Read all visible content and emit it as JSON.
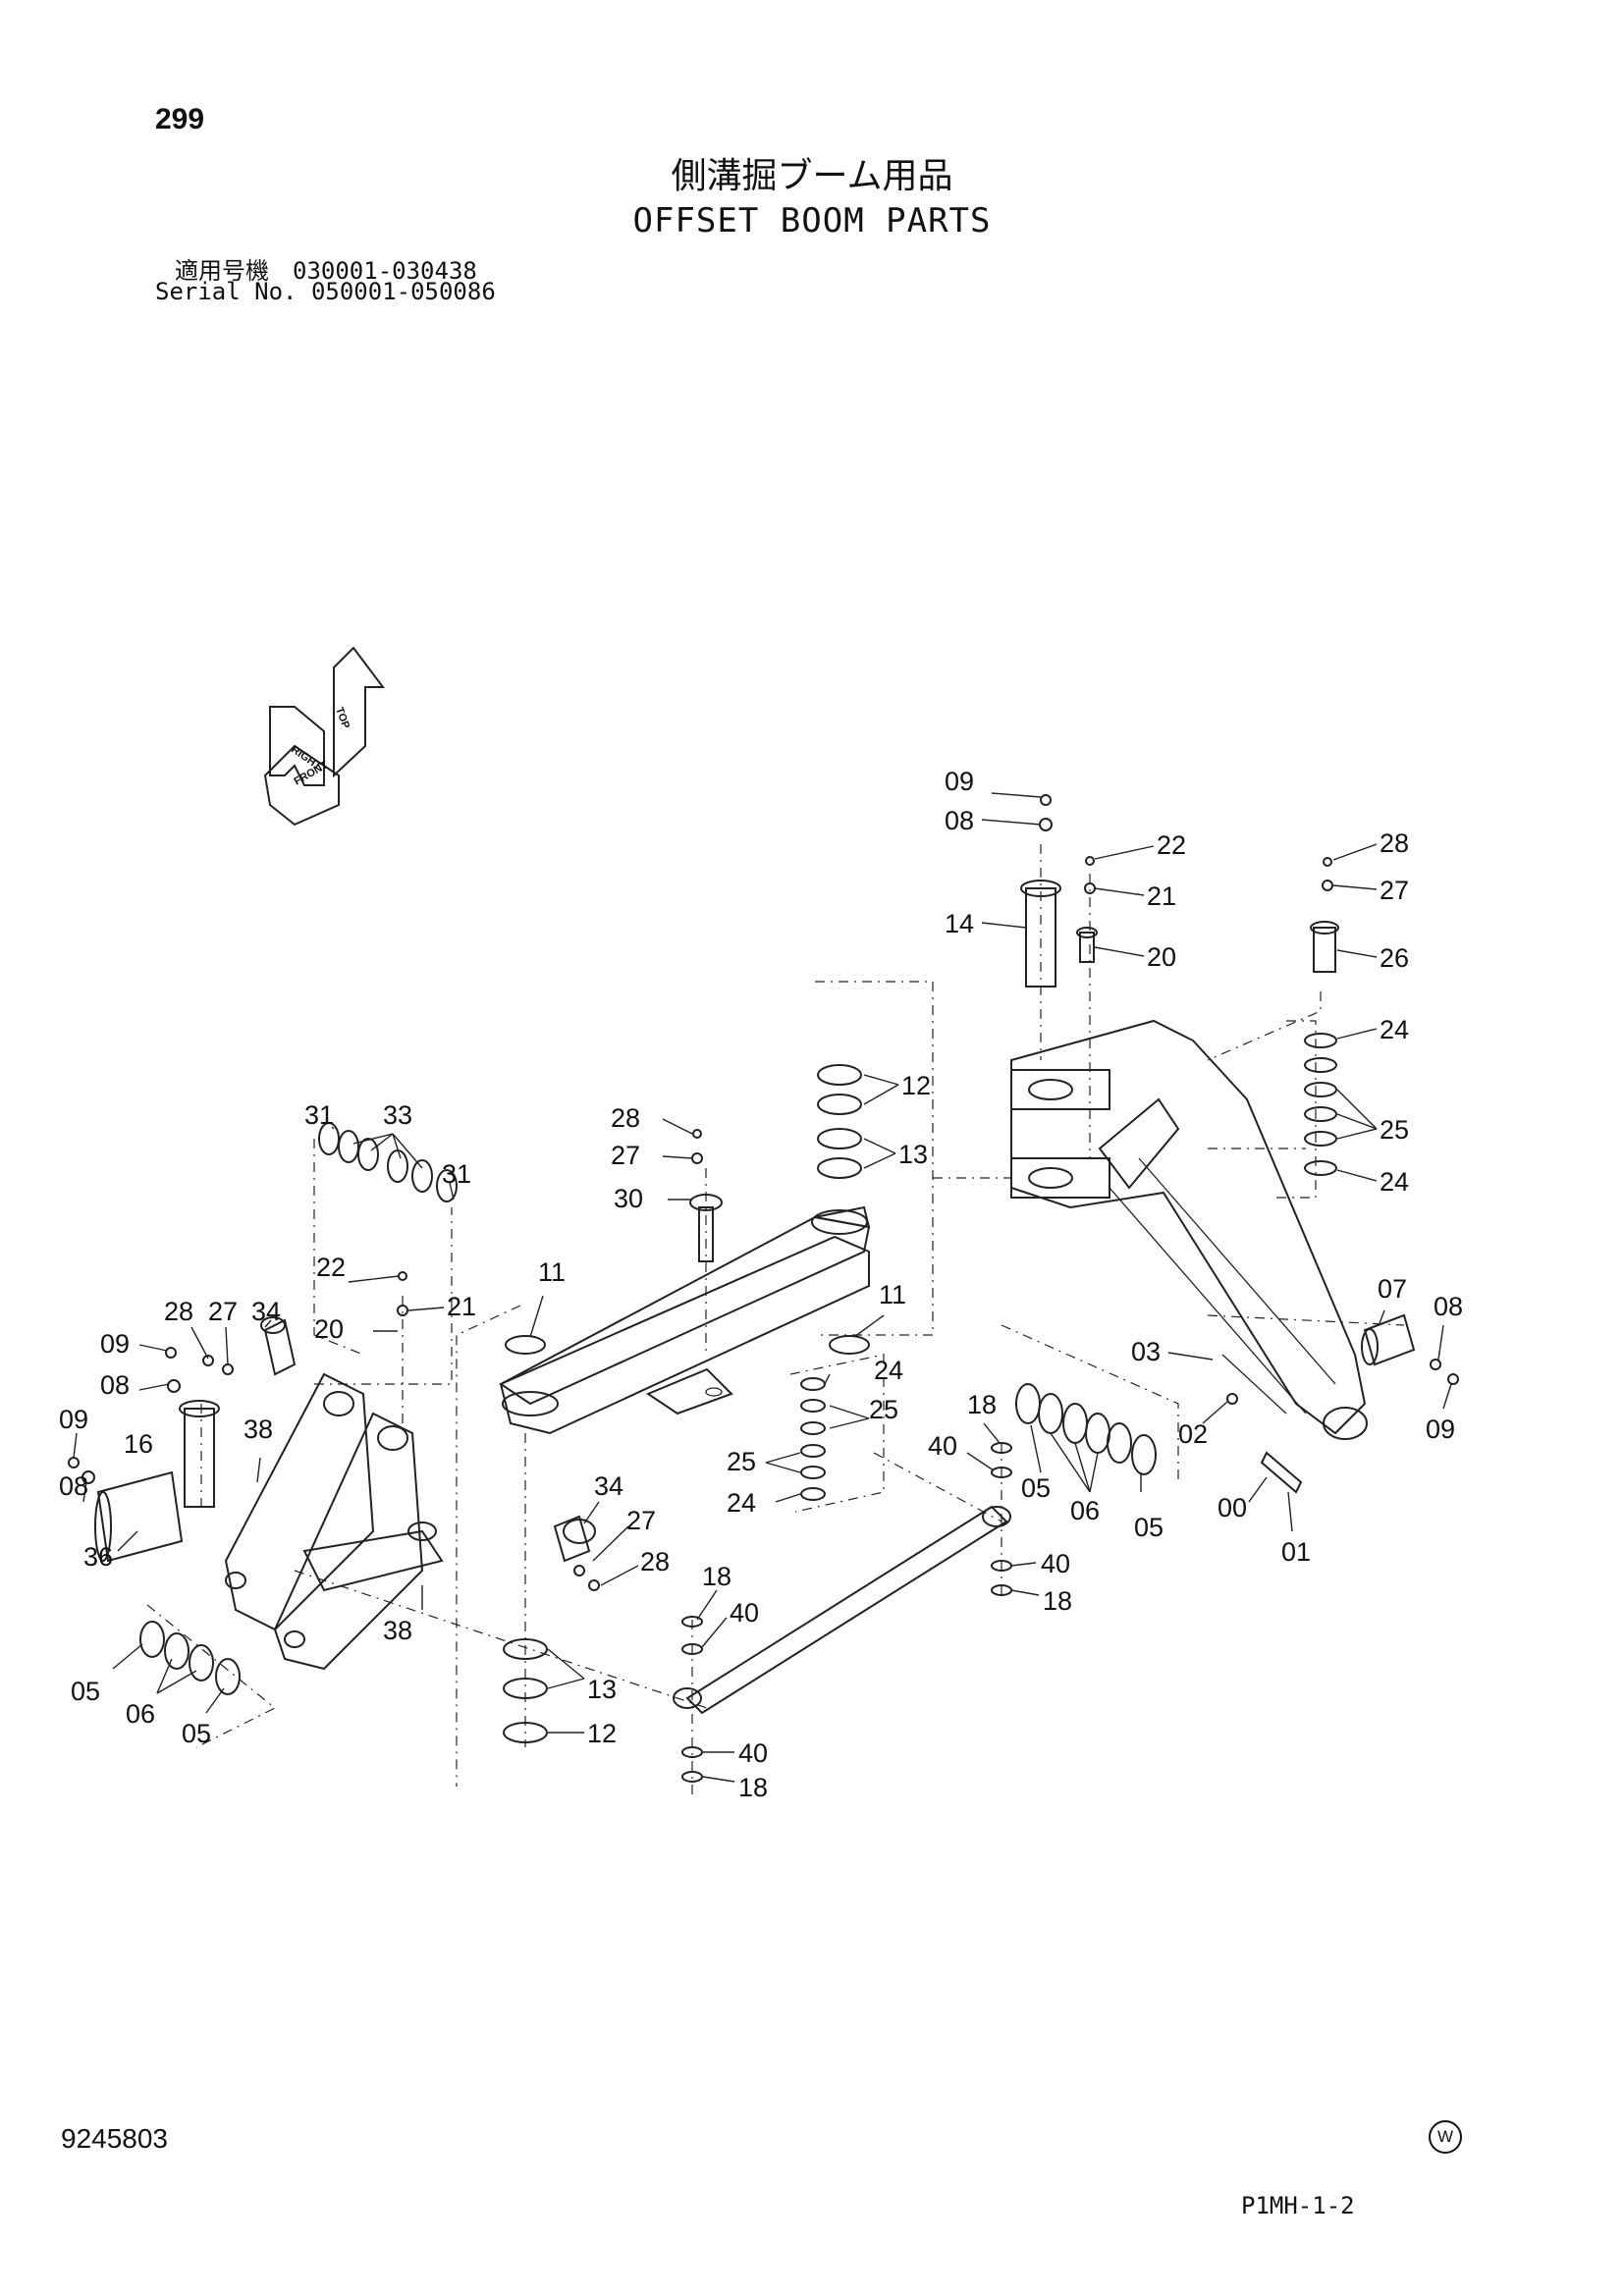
{
  "page_number": "299",
  "title_jp": "側溝掘ブーム用品",
  "title_en": "OFFSET BOOM PARTS",
  "serial": {
    "line1": "適用号機　030001-030438",
    "line2": "Serial No. 050001-050086"
  },
  "orientation": {
    "top": "TOP",
    "right": "RIGHT",
    "front": "FRONT"
  },
  "callouts": {
    "c09a": "09",
    "c08a": "08",
    "c14": "14",
    "c22a": "22",
    "c21a": "21",
    "c20a": "20",
    "c28a": "28",
    "c27a": "27",
    "c26": "26",
    "c24a": "24",
    "c25a": "25",
    "c24b": "24",
    "c12a": "12",
    "c13a": "13",
    "c28b": "28",
    "c27b": "27",
    "c30": "30",
    "c31a": "31",
    "c33": "33",
    "c31b": "31",
    "c11a": "11",
    "c11b": "11",
    "c22b": "22",
    "c21b": "21",
    "c20b": "20",
    "c28c": "28",
    "c27c": "27",
    "c34a": "34",
    "c09b": "09",
    "c08b": "08",
    "c09c": "09",
    "c16": "16",
    "c38a": "38",
    "c08c": "08",
    "c36": "36",
    "c34b": "34",
    "c27d": "27",
    "c28d": "28",
    "c38b": "38",
    "c24c": "24",
    "c25b": "25",
    "c25c": "25",
    "c24d": "24",
    "c18a": "18",
    "c40a": "40",
    "c05a": "05",
    "c06a": "06",
    "c05b": "05",
    "c07": "07",
    "c08d": "08",
    "c09d": "09",
    "c03": "03",
    "c02": "02",
    "c00": "00",
    "c01": "01",
    "c40b": "40",
    "c18b": "18",
    "c18c": "18",
    "c40c": "40",
    "c13b": "13",
    "c12b": "12",
    "c40d": "40",
    "c18d": "18",
    "c05c": "05",
    "c06b": "06",
    "c05d": "05"
  },
  "doc_number": "9245803",
  "watermark": "W",
  "page_code": "P1MH-1-2"
}
